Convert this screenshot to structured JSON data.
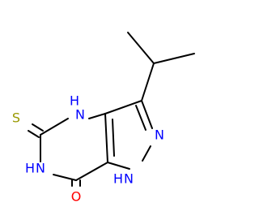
{
  "molecule": {
    "atoms": {
      "sulfur": {
        "symbol": "S",
        "color": "#999900"
      },
      "n4h": {
        "symbol": "N",
        "h": "H",
        "color": "#0000ff"
      },
      "n6h": {
        "symbol": "N",
        "h": "H",
        "color": "#0000ff"
      },
      "n2": {
        "symbol": "N",
        "color": "#0000ff"
      },
      "n1h": {
        "symbol": "N",
        "h": "H",
        "color": "#0000ff"
      },
      "oxygen": {
        "symbol": "O",
        "color": "#ff0000"
      }
    },
    "bond_color": "#000000"
  }
}
